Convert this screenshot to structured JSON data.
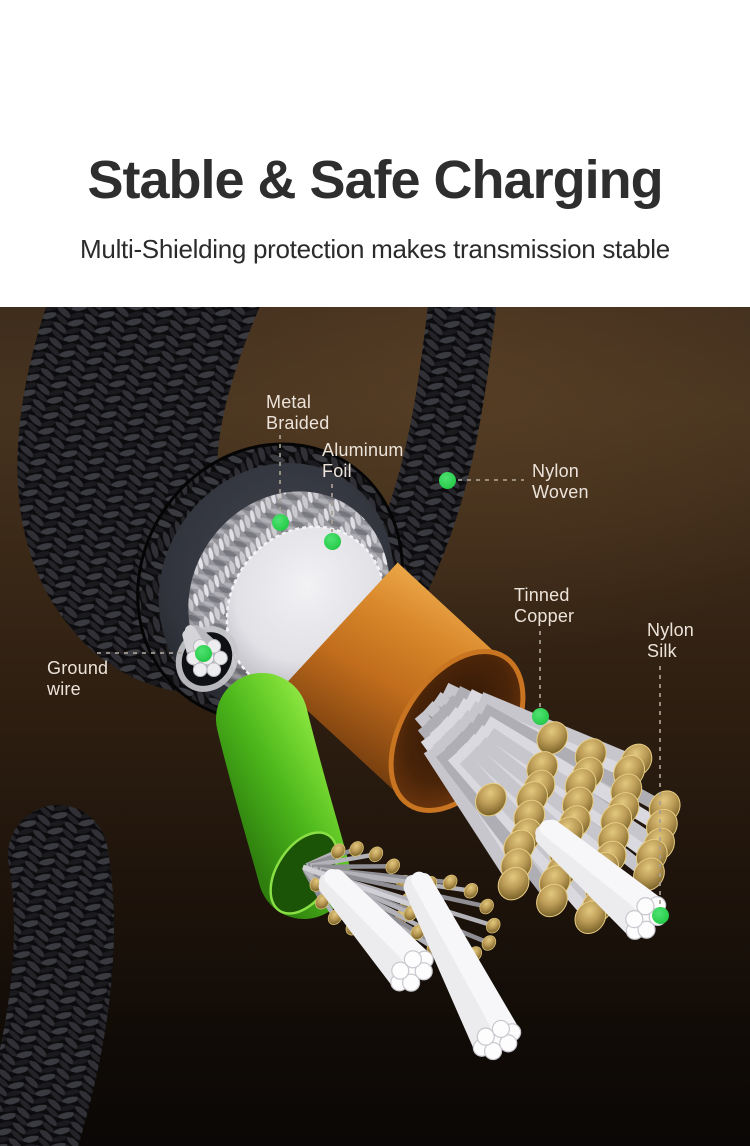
{
  "header": {
    "title": "Stable & Safe Charging",
    "subtitle": "Multi-Shielding protection makes transmission stable"
  },
  "callouts": [
    {
      "id": "metal-braided",
      "line1": "Metal",
      "line2": "Braided"
    },
    {
      "id": "aluminum-foil",
      "line1": "Aluminum",
      "line2": "Foil"
    },
    {
      "id": "nylon-woven",
      "line1": "Nylon",
      "line2": "Woven"
    },
    {
      "id": "ground-wire",
      "line1": "Ground",
      "line2": "wire"
    },
    {
      "id": "tinned-copper",
      "line1": "Tinned",
      "line2": "Copper"
    },
    {
      "id": "nylon-silk",
      "line1": "Nylon",
      "line2": "Silk"
    }
  ],
  "colors": {
    "accent_green": "#2bcd4d",
    "headline_text": "#2e2e2e",
    "label_text": "#ece3da",
    "background_top": "#43301f",
    "background_bottom": "#0a0706",
    "orange_insulation": "#c9751f",
    "green_insulation": "#55c21d",
    "copper_gold": "#a98a4c",
    "silver_shield": "#c6c6cb"
  }
}
